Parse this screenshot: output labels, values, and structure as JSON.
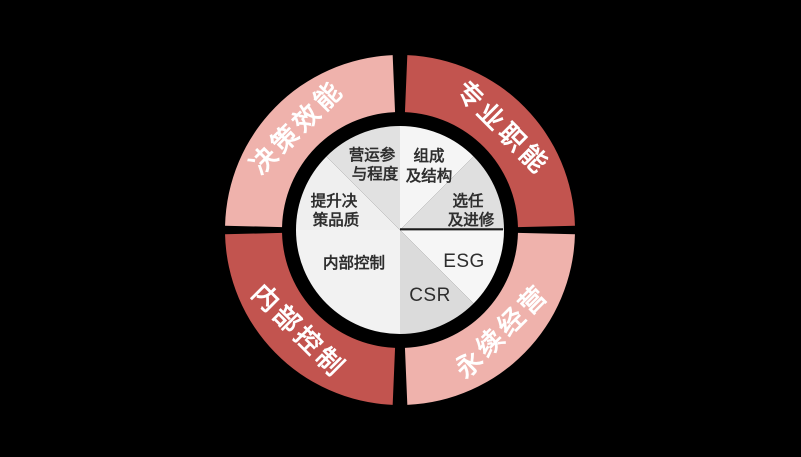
{
  "diagram": {
    "type": "donut-quadrant-diagram",
    "background_color": "#000000",
    "divider_line_color": "#1a1a1a",
    "ring_text_color": "#ffffff",
    "wedge_text_color": "#2e2e2e"
  },
  "outer_ring": {
    "segments": [
      {
        "label": "决策效能",
        "position": "top-left",
        "color": "#efb2ac"
      },
      {
        "label": "专业职能",
        "position": "top-right",
        "color": "#c2544f"
      },
      {
        "label": "内部控制",
        "position": "bottom-left",
        "color": "#c2544f"
      },
      {
        "label": "永续经营",
        "position": "bottom-right",
        "color": "#efb2ac"
      }
    ]
  },
  "inner_wedges": [
    {
      "label": "组成及结构",
      "line1": "组成",
      "line2": "及结构",
      "color": "#f5f5f5"
    },
    {
      "label": "选任及进修",
      "line1": "选任",
      "line2": "及进修",
      "color": "#dfdfdf"
    },
    {
      "label": "ESG",
      "line1": "ESG",
      "color": "#f6f6f6"
    },
    {
      "label": "CSR",
      "line1": "CSR",
      "color": "#dbdbdb"
    },
    {
      "label": "内部控制",
      "line1": "内部控制",
      "color": "#f2f2f2"
    },
    {
      "label": "提升决策品质",
      "line1": "提升决",
      "line2": "策品质",
      "color": "#efefef"
    },
    {
      "label": "营运参与程度",
      "line1": "营运参",
      "line2": "与程度",
      "color": "#e1e1e1"
    }
  ]
}
